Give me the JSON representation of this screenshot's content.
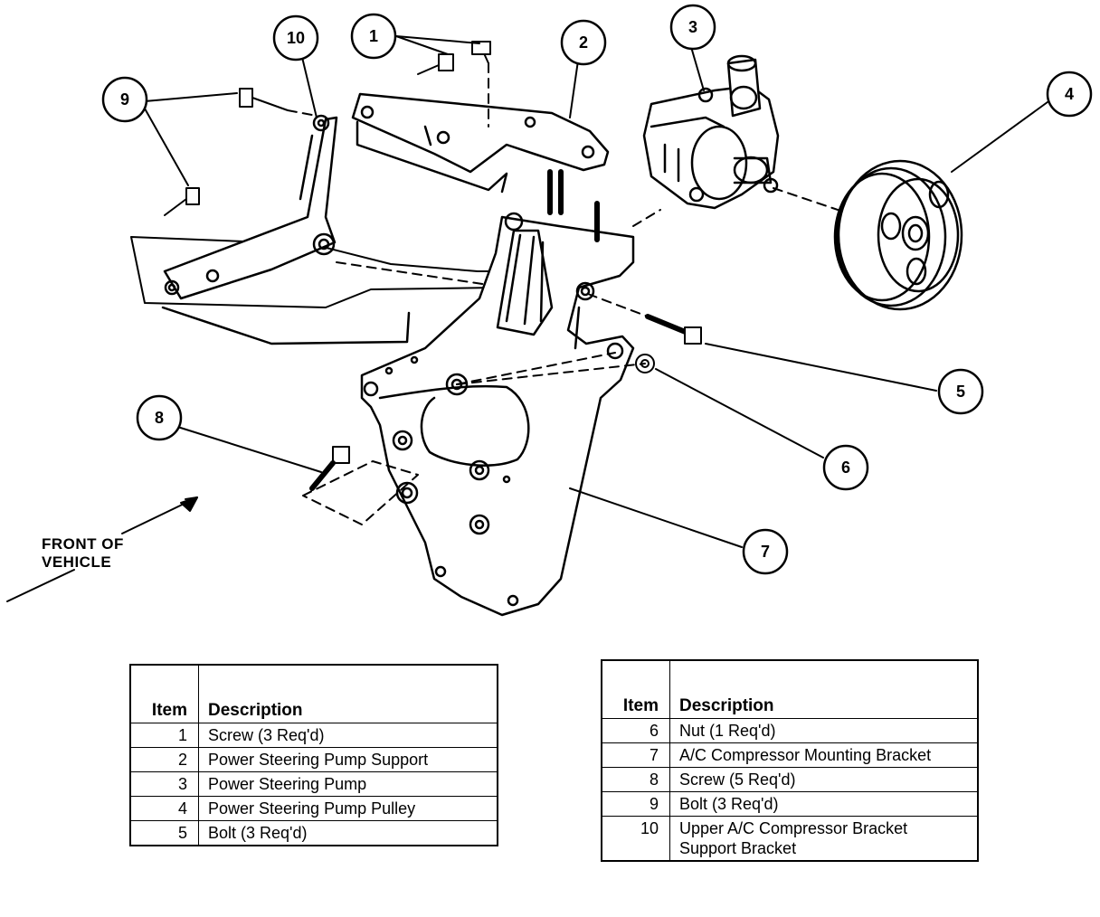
{
  "callouts": [
    "1",
    "2",
    "3",
    "4",
    "5",
    "6",
    "7",
    "8",
    "9",
    "10"
  ],
  "front_label": [
    "FRONT OF",
    "VEHICLE"
  ],
  "legend_left": {
    "headers": {
      "item": "Item",
      "description": "Description"
    },
    "rows": [
      {
        "item": "1",
        "description": "Screw (3 Req'd)"
      },
      {
        "item": "2",
        "description": "Power Steering Pump Support"
      },
      {
        "item": "3",
        "description": "Power Steering Pump"
      },
      {
        "item": "4",
        "description": "Power Steering Pump Pulley"
      },
      {
        "item": "5",
        "description": "Bolt (3 Req'd)"
      }
    ]
  },
  "legend_right": {
    "headers": {
      "item": "Item",
      "description": "Description"
    },
    "rows": [
      {
        "item": "6",
        "description": "Nut (1 Req'd)"
      },
      {
        "item": "7",
        "description": "A/C Compressor Mounting Bracket"
      },
      {
        "item": "8",
        "description": "Screw (5 Req'd)"
      },
      {
        "item": "9",
        "description": "Bolt (3 Req'd)"
      },
      {
        "item": "10",
        "description": "Upper A/C Compressor Bracket Support Bracket"
      }
    ]
  }
}
